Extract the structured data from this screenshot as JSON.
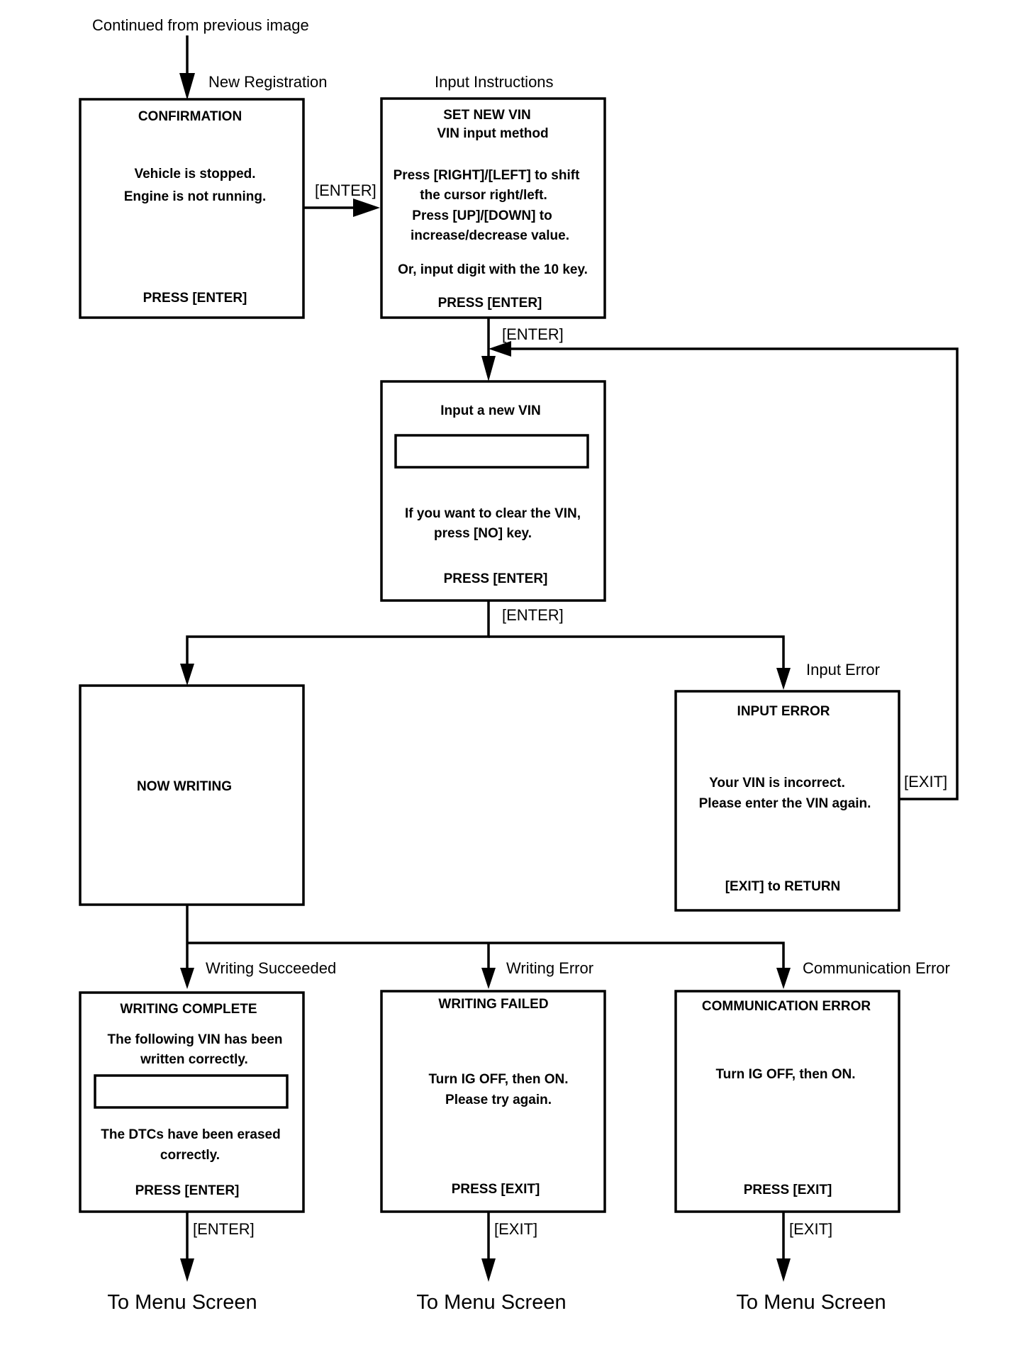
{
  "header": {
    "continued_label": "Continued from previous image",
    "new_registration_label": "New Registration",
    "input_instructions_label": "Input Instructions"
  },
  "confirmation": {
    "title": "CONFIRMATION",
    "line1": "Vehicle is stopped.",
    "line2": "Engine is not running.",
    "footer": "PRESS [ENTER]"
  },
  "set_new_vin": {
    "title": "SET NEW VIN",
    "subtitle": "VIN input method",
    "line1": "Press [RIGHT]/[LEFT] to shift",
    "line2": "the cursor right/left.",
    "line3": "Press [UP]/[DOWN] to",
    "line4": "increase/decrease value.",
    "line5": "Or, input digit with the 10 key.",
    "footer": "PRESS [ENTER]"
  },
  "input_vin": {
    "title": "Input a new VIN",
    "line1": "If you want to clear the VIN,",
    "line2": "press [NO] key.",
    "footer": "PRESS [ENTER]"
  },
  "now_writing": {
    "title": "NOW WRITING"
  },
  "input_error": {
    "branch_label": "Input Error",
    "title": "INPUT ERROR",
    "line1": "Your VIN is incorrect.",
    "line2": "Please enter the VIN again.",
    "footer": "[EXIT] to RETURN"
  },
  "writing_complete": {
    "branch_label": "Writing Succeeded",
    "title": "WRITING COMPLETE",
    "line1": "The following VIN has been",
    "line2": "written correctly.",
    "line3": "The DTCs have been erased",
    "line4": "correctly.",
    "footer": "PRESS [ENTER]"
  },
  "writing_failed": {
    "branch_label": "Writing Error",
    "title": "WRITING FAILED",
    "line1": "Turn IG OFF, then ON.",
    "line2": "Please try again.",
    "footer": "PRESS [EXIT]"
  },
  "communication_error": {
    "branch_label": "Communication Error",
    "title": "COMMUNICATION ERROR",
    "line1": "Turn IG OFF, then ON.",
    "footer": "PRESS [EXIT]"
  },
  "edges": {
    "enter": "[ENTER]",
    "exit": "[EXIT]",
    "to_menu": "To Menu Screen"
  }
}
